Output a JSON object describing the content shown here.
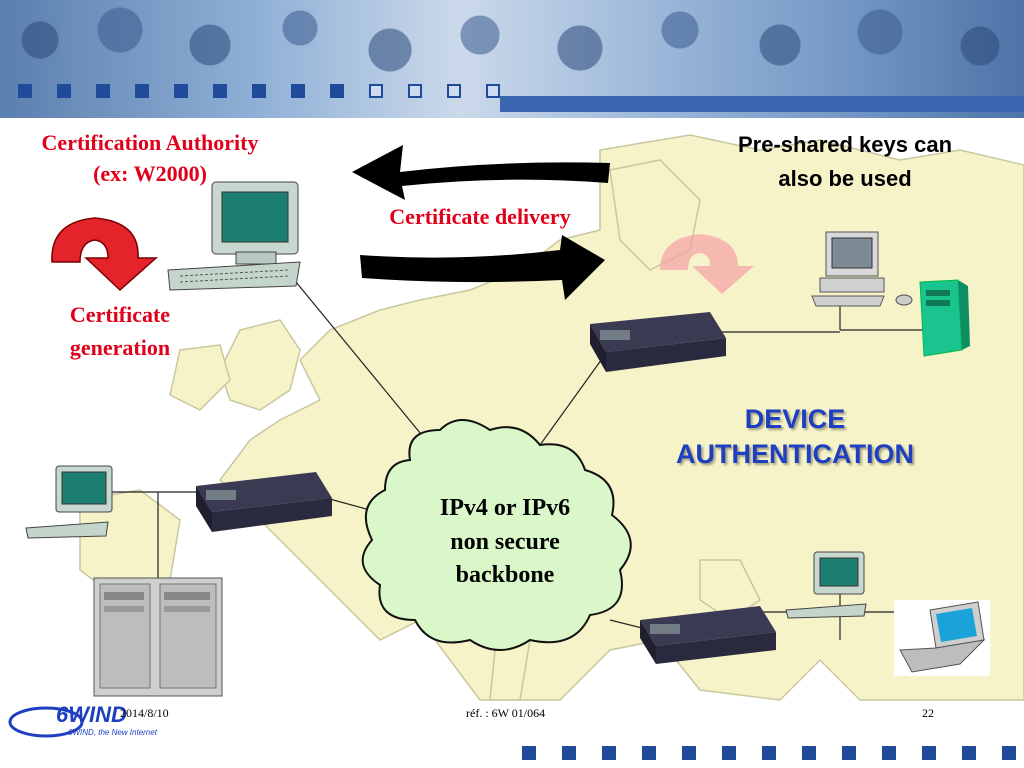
{
  "slide": {
    "ca_title": "Certification Authority",
    "ca_subtitle": "(ex: W2000)",
    "cert_delivery": "Certificate delivery",
    "cert_generation_line1": "Certificate",
    "cert_generation_line2": "generation",
    "psk_line1": "Pre-shared keys can",
    "psk_line2": "also be used",
    "device_auth_line1": "DEVICE",
    "device_auth_line2": "AUTHENTICATION",
    "cloud_line1": "IPv4 or IPv6",
    "cloud_line2": "non secure",
    "cloud_line3": "backbone"
  },
  "footer": {
    "date": "2014/8/10",
    "reference": "réf. : 6W 01/064",
    "page": "22",
    "logo_text": "6WIND",
    "logo_tagline": "6WIND, the New Internet"
  },
  "colors": {
    "red_label": "#e0001a",
    "blue_label": "#1e3fbf",
    "map_land": "#f6f3c8",
    "cloud_fill": "#d9f7c8",
    "header_blue": "#1f4b9a"
  },
  "icons": [
    "red-curved-arrow-icon",
    "pink-curved-arrow-icon",
    "left-arrow-icon",
    "right-arrow-icon",
    "crt-computer-icon",
    "router-icon",
    "tower-server-icon",
    "mainframe-icon",
    "laptop-icon",
    "cloud-icon"
  ]
}
